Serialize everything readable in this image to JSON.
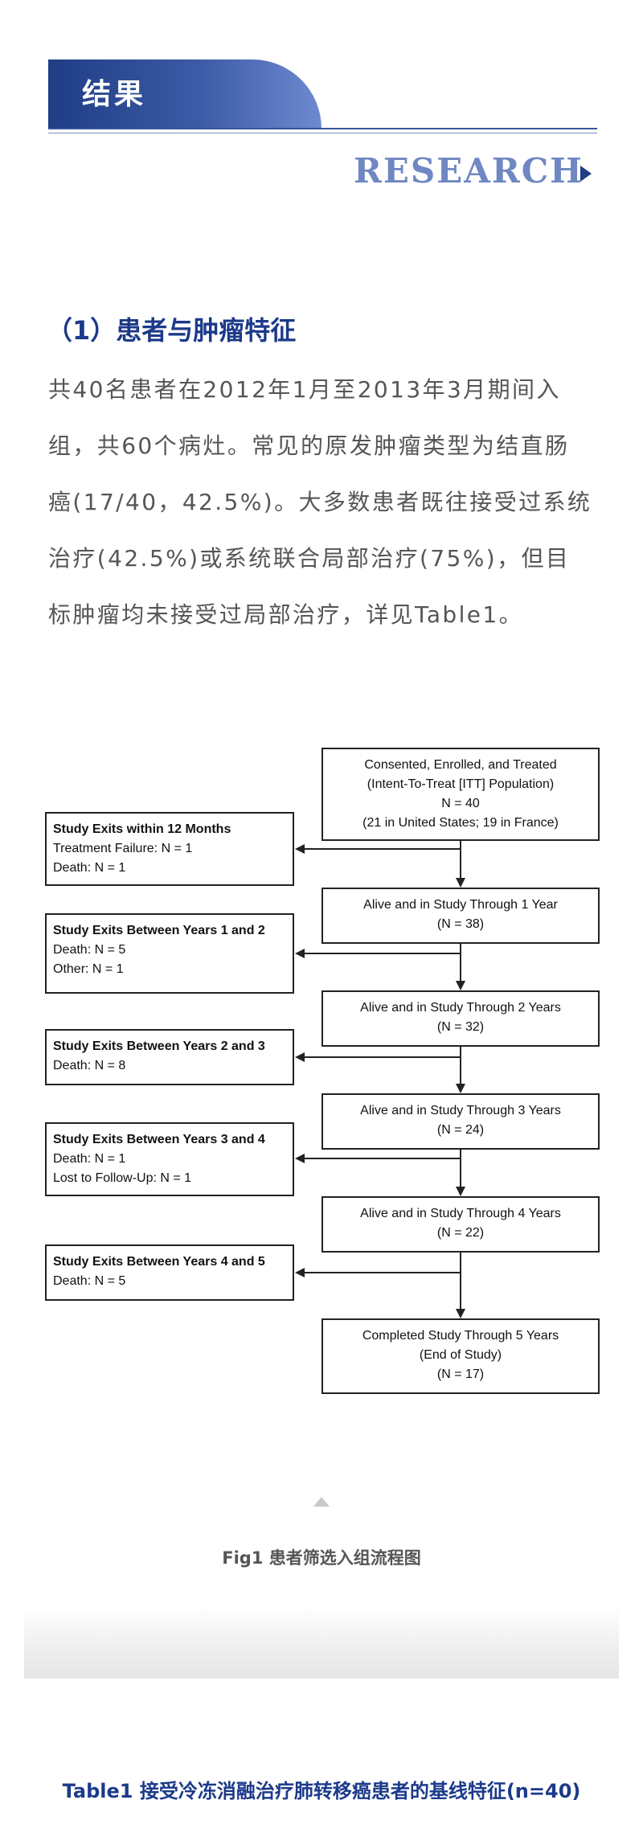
{
  "header": {
    "title": "结果",
    "research_label": "RESEARCH"
  },
  "section": {
    "title": "（1）患者与肿瘤特征",
    "paragraph": [
      "共40名患者在2012年1月至2013年3月期间入",
      "组，共60个病灶。常见的原发肿瘤类型为结直肠",
      "癌(17/40，42.5%)。大多数患者既往接受过系统",
      "治疗(42.5%)或系统联合局部治疗(75%)，但目",
      "标肿瘤均未接受过局部治疗，详见Table1。"
    ]
  },
  "flowchart": {
    "main_boxes": [
      {
        "lines": [
          "Consented, Enrolled, and Treated",
          "(Intent-To-Treat [ITT] Population)",
          "N = 40",
          "(21 in United States; 19 in France)"
        ]
      },
      {
        "lines": [
          "Alive and in Study Through 1 Year",
          "(N = 38)"
        ]
      },
      {
        "lines": [
          "Alive and in Study Through 2 Years",
          "(N = 32)"
        ]
      },
      {
        "lines": [
          "Alive and in Study Through 3 Years",
          "(N = 24)"
        ]
      },
      {
        "lines": [
          "Alive and in Study Through 4 Years",
          "(N = 22)"
        ]
      },
      {
        "lines": [
          "Completed Study Through 5 Years",
          "(End of Study)",
          "(N = 17)"
        ]
      }
    ],
    "exit_boxes": [
      {
        "title": "Study Exits within 12 Months",
        "lines": [
          "Treatment Failure: N = 1",
          "Death: N = 1"
        ]
      },
      {
        "title": "Study Exits Between Years 1 and 2",
        "lines": [
          "Death: N = 5",
          "Other: N = 1"
        ]
      },
      {
        "title": "Study Exits Between Years 2 and 3",
        "lines": [
          "Death: N = 8"
        ]
      },
      {
        "title": "Study Exits Between Years 3 and 4",
        "lines": [
          "Death: N = 1",
          "Lost to Follow-Up: N = 1"
        ]
      },
      {
        "title": "Study Exits Between Years 4 and 5",
        "lines": [
          "Death: N = 5"
        ]
      }
    ]
  },
  "figure": {
    "caption": "Fig1 患者筛选入组流程图"
  },
  "table": {
    "title": "Table1 接受冷冻消融治疗肺转移癌患者的基线特征(n=40)"
  }
}
